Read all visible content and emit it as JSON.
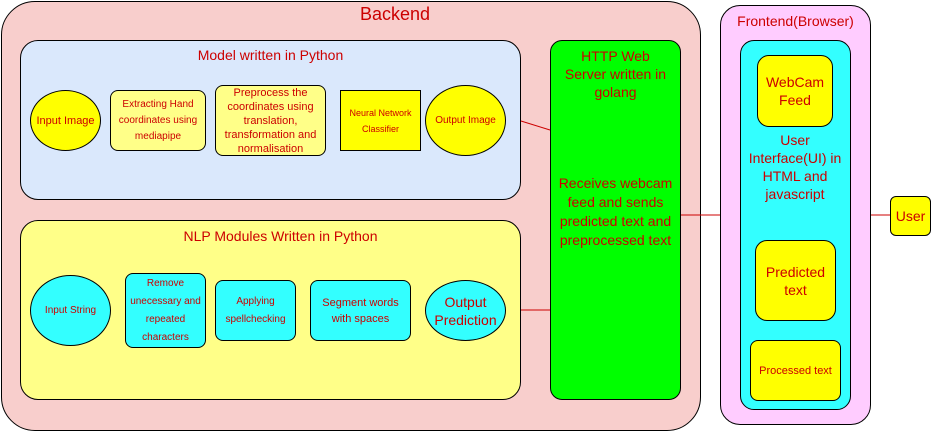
{
  "backend": {
    "title": "Backend",
    "model": {
      "title": "Model written in Python",
      "input_image": "Input Image",
      "extract": "Extracting Hand coordinates using mediapipe",
      "preprocess": "Preprocess the coordinates using translation, transformation and normalisation",
      "classifier": "Neural Network Classifier",
      "output_image": "Output Image"
    },
    "nlp": {
      "title": "NLP Modules Written in Python",
      "input_string": "Input String",
      "remove": "Remove unecessary and repeated characters",
      "spell": "Applying spellchecking",
      "segment": "Segment words with spaces",
      "output": "Output Prediction"
    },
    "server": {
      "title": "HTTP Web Server written in golang",
      "desc": "Receives webcam feed and sends predicted text and preprocessed text"
    }
  },
  "frontend": {
    "title": "Frontend(Browser)",
    "webcam": "WebCam Feed",
    "ui": "User Interface(UI) in HTML and javascript",
    "predicted": "Predicted text",
    "processed": "Processed text"
  },
  "user": "User",
  "colors": {
    "backend": "#f8cecc",
    "model": "#dae8fc",
    "nlp": "#ffff88",
    "yellow": "#ffff00",
    "cyan": "#33ffff",
    "server": "#00ff00",
    "frontend": "#ffccff",
    "ui_panel": "#33ffff",
    "text": "#cc0000",
    "wire": "#cc0000"
  }
}
